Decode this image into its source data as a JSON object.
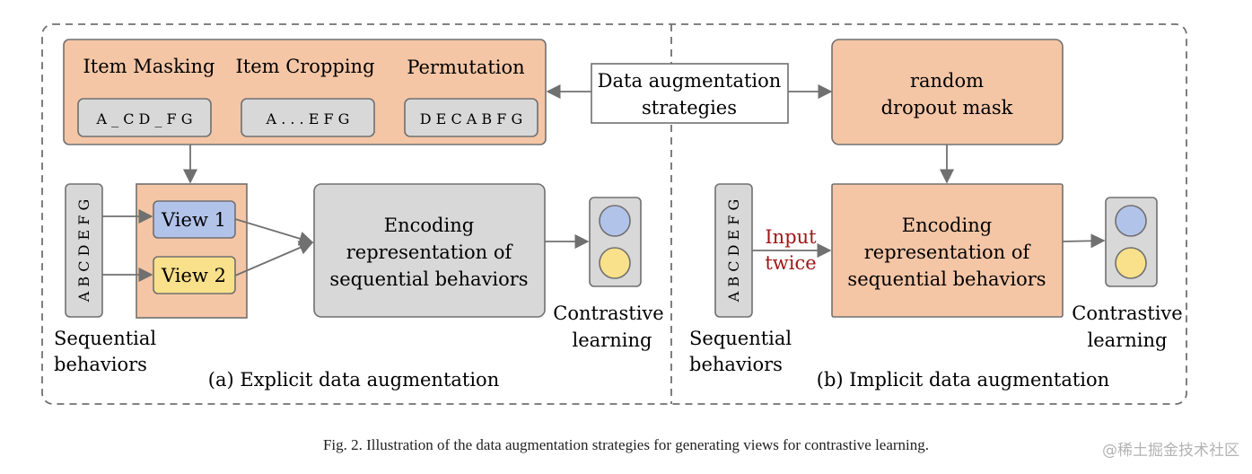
{
  "colors": {
    "orange_fill": "#f4c6a6",
    "gray_fill": "#d8d8d8",
    "blue_fill": "#b2c3ea",
    "yellow_fill": "#f9e08a",
    "border": "#707070",
    "highlight_text": "#a01717"
  },
  "central": {
    "line1": "Data augmentation",
    "line2": "strategies"
  },
  "explicit": {
    "strategies": [
      {
        "title": "Item Masking",
        "sequence": "A _ C D _ F G"
      },
      {
        "title": "Item Cropping",
        "sequence": "A . . . E F G"
      },
      {
        "title": "Permutation",
        "sequence": "D E C A B F G"
      }
    ],
    "sequence_letters": "A B C D E F G",
    "views": [
      "View 1",
      "View 2"
    ],
    "encoder": [
      "Encoding",
      "representation of",
      "sequential behaviors"
    ],
    "seq_label": [
      "Sequential",
      "behaviors"
    ],
    "cl_label": [
      "Contrastive",
      "learning"
    ],
    "panel_label": "(a) Explicit data augmentation"
  },
  "implicit": {
    "dropout": [
      "random",
      "dropout mask"
    ],
    "sequence_letters": "A B C D E F G",
    "input_label": [
      "Input",
      "twice"
    ],
    "encoder": [
      "Encoding",
      "representation of",
      "sequential behaviors"
    ],
    "seq_label": [
      "Sequential",
      "behaviors"
    ],
    "cl_label": [
      "Contrastive",
      "learning"
    ],
    "panel_label": "(b) Implicit data augmentation"
  },
  "caption": "Fig. 2.  Illustration of the data augmentation strategies for generating views for contrastive learning.",
  "watermark": "@稀土掘金技术社区"
}
